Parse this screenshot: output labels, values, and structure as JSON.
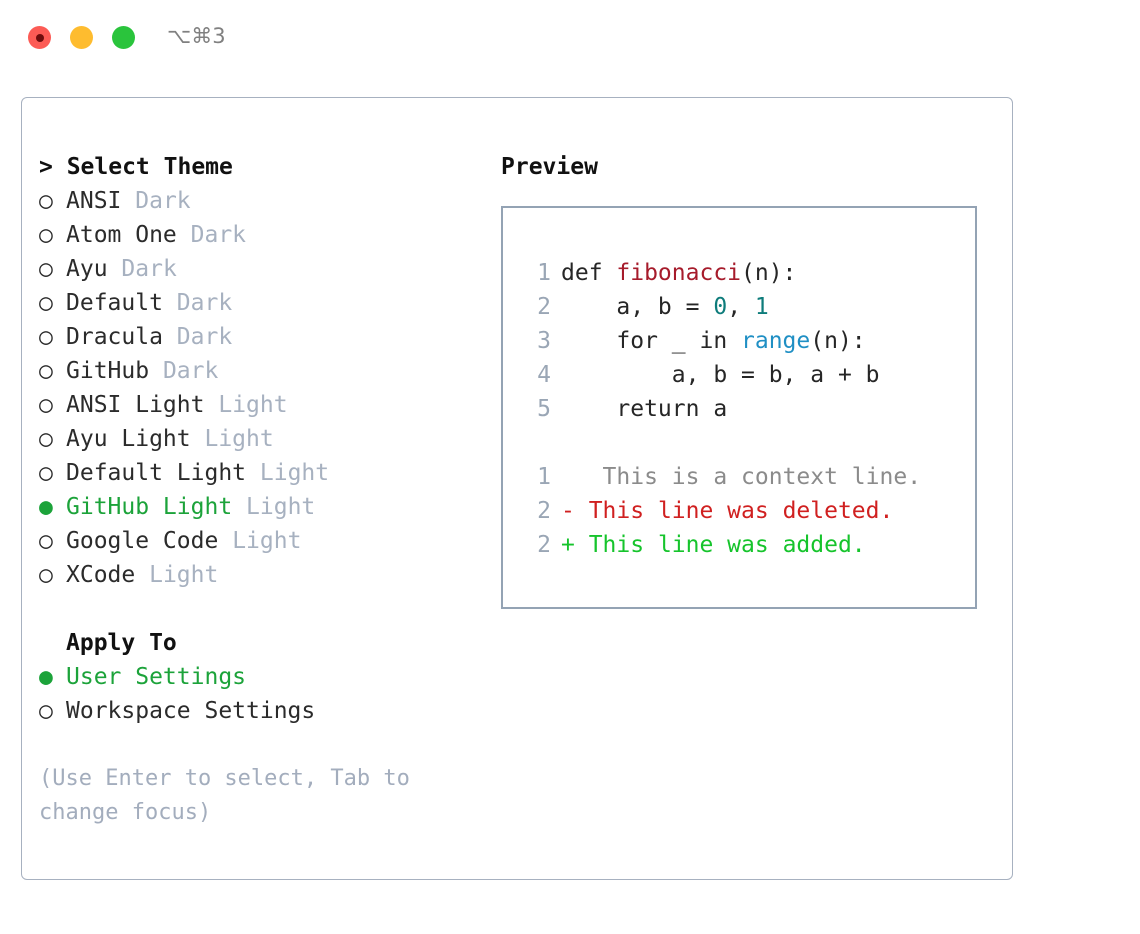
{
  "window": {
    "title": "⌥⌘3",
    "traffic_lights": [
      {
        "name": "close",
        "color": "#fc5b55"
      },
      {
        "name": "minimize",
        "color": "#febc2f"
      },
      {
        "name": "maximize",
        "color": "#2ac43c"
      }
    ]
  },
  "theme_picker": {
    "header": "> Select Theme",
    "focus_marker": ">",
    "selected_theme": "GitHub Light",
    "unselected_glyph": "○",
    "selected_glyph": "●",
    "accent_color": "#1ca33a",
    "items": [
      {
        "marker": "○",
        "label": "ANSI",
        "tag": "Dark",
        "selected": false
      },
      {
        "marker": "○",
        "label": "Atom One",
        "tag": "Dark",
        "selected": false
      },
      {
        "marker": "○",
        "label": "Ayu",
        "tag": "Dark",
        "selected": false
      },
      {
        "marker": "○",
        "label": "Default",
        "tag": "Dark",
        "selected": false
      },
      {
        "marker": "○",
        "label": "Dracula",
        "tag": "Dark",
        "selected": false
      },
      {
        "marker": "○",
        "label": "GitHub",
        "tag": "Dark",
        "selected": false
      },
      {
        "marker": "○",
        "label": "ANSI Light",
        "tag": "Light",
        "selected": false
      },
      {
        "marker": "○",
        "label": "Ayu Light",
        "tag": "Light",
        "selected": false
      },
      {
        "marker": "○",
        "label": "Default Light",
        "tag": "Light",
        "selected": false
      },
      {
        "marker": "●",
        "label": "GitHub Light",
        "tag": "Light",
        "selected": true
      },
      {
        "marker": "○",
        "label": "Google Code",
        "tag": "Light",
        "selected": false
      },
      {
        "marker": "○",
        "label": "XCode",
        "tag": "Light",
        "selected": false
      }
    ]
  },
  "apply_to": {
    "header": "Apply To",
    "selected_option": "User Settings",
    "items": [
      {
        "marker": "●",
        "label": "User Settings",
        "selected": true
      },
      {
        "marker": "○",
        "label": "Workspace Settings",
        "selected": false
      }
    ]
  },
  "hint": "(Use Enter to select, Tab to change focus)",
  "preview": {
    "title": "Preview",
    "border_color": "#94a3b4",
    "code_lines": [
      {
        "number": "1",
        "parts": [
          {
            "text": "def ",
            "style": "plain"
          },
          {
            "text": "fibonacci",
            "style": "fn"
          },
          {
            "text": "(n):",
            "style": "plain"
          }
        ]
      },
      {
        "number": "2",
        "parts": [
          {
            "text": "    a, b = ",
            "style": "plain"
          },
          {
            "text": "0",
            "style": "num"
          },
          {
            "text": ", ",
            "style": "plain"
          },
          {
            "text": "1",
            "style": "num"
          }
        ]
      },
      {
        "number": "3",
        "parts": [
          {
            "text": "    for _ in ",
            "style": "plain"
          },
          {
            "text": "range",
            "style": "call"
          },
          {
            "text": "(n):",
            "style": "plain"
          }
        ]
      },
      {
        "number": "4",
        "parts": [
          {
            "text": "        a, b = b, a + b",
            "style": "plain"
          }
        ]
      },
      {
        "number": "5",
        "parts": [
          {
            "text": "    return a",
            "style": "plain"
          }
        ]
      }
    ],
    "diff_lines": [
      {
        "number": "1",
        "sign": " ",
        "text": "  This is a context line.",
        "kind": "context"
      },
      {
        "number": "2",
        "sign": "-",
        "text": " This line was deleted.",
        "kind": "deleted"
      },
      {
        "number": "2",
        "sign": "+",
        "text": " This line was added.",
        "kind": "added"
      }
    ]
  }
}
